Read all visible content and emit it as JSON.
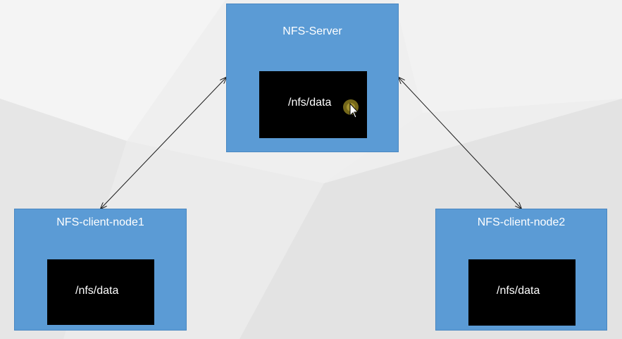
{
  "server": {
    "title": "NFS-Server",
    "dir": "/nfs/data"
  },
  "client1": {
    "title": "NFS-client-node1",
    "dir": "/nfs/data"
  },
  "client2": {
    "title": "NFS-client-node2",
    "dir": "/nfs/data"
  },
  "colors": {
    "node_fill": "#5b9bd5",
    "dir_fill": "#000000",
    "text": "#ffffff",
    "connector": "#1a1a1a"
  },
  "icons": {
    "cursor": "mouse-pointer-icon"
  }
}
